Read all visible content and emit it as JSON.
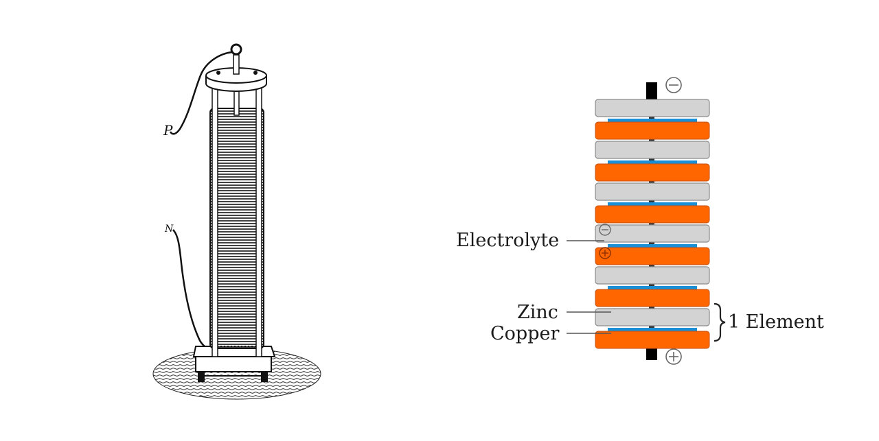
{
  "engraving": {
    "wire_label_top": "P",
    "wire_label_bottom": "N"
  },
  "diagram": {
    "labels": {
      "electrolyte": "Electrolyte",
      "zinc": "Zinc",
      "copper": "Copper",
      "element": "1 Element"
    },
    "stack_from_top": [
      "zinc",
      "electrolyte",
      "copper",
      "zinc",
      "electrolyte",
      "copper",
      "zinc",
      "electrolyte",
      "copper",
      "zinc",
      "electrolyte",
      "copper",
      "zinc",
      "electrolyte",
      "copper",
      "zinc",
      "electrolyte",
      "copper"
    ],
    "terminal_top": "negative",
    "terminal_bottom": "positive",
    "colors": {
      "zinc": "#d3d3d3",
      "copper": "#ff6600",
      "electrolyte": "#1b8fd6",
      "terminal": "#000000"
    }
  }
}
